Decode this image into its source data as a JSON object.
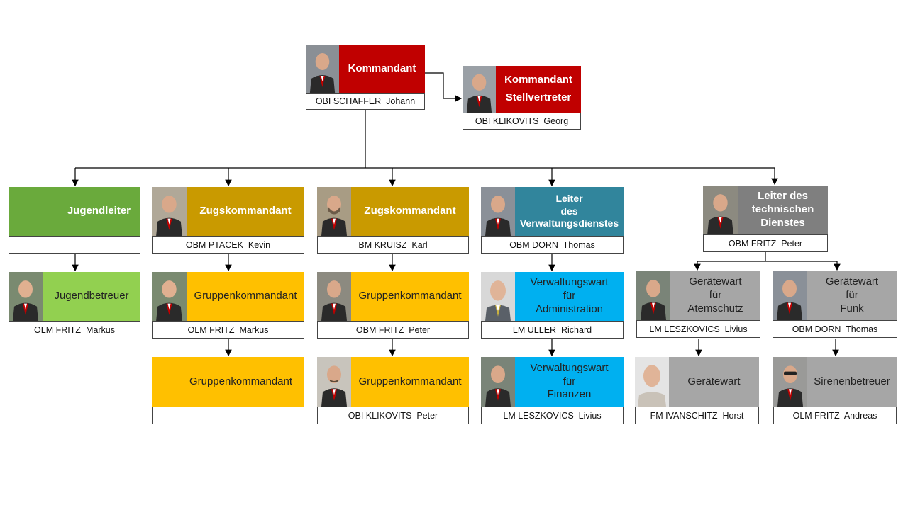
{
  "colors": {
    "red": "#c00000",
    "green_dark": "#6aaa3c",
    "green_light": "#92d050",
    "gold": "#c99a00",
    "yellow": "#ffc000",
    "teal": "#31859c",
    "cyan": "#00b0f0",
    "gray_dark": "#7f7f7f",
    "gray_light": "#a6a6a6"
  },
  "kommandant": {
    "role": "Kommandant",
    "name": "OBI SCHAFFER  Johann"
  },
  "stellvertreter": {
    "role_lines": [
      "Kommandant",
      "Stellvertreter"
    ],
    "name": "OBI KLIKOVITS  Georg"
  },
  "jugendleiter": {
    "role": "Jugendleiter",
    "name": ""
  },
  "jugendbetreuer": {
    "role": "Jugendbetreuer",
    "name": "OLM FRITZ  Markus"
  },
  "zug1": {
    "role": "Zugskommandant",
    "name": "OBM PTACEK  Kevin"
  },
  "zug1_gk1": {
    "role": "Gruppenkommandant",
    "name": "OLM FRITZ  Markus"
  },
  "zug1_gk2": {
    "role": "Gruppenkommandant",
    "name": ""
  },
  "zug2": {
    "role": "Zugskommandant",
    "name": "BM KRUISZ  Karl"
  },
  "zug2_gk1": {
    "role": "Gruppenkommandant",
    "name": "OBM FRITZ  Peter"
  },
  "zug2_gk2": {
    "role": "Gruppenkommandant",
    "name": "OBI KLIKOVITS  Peter"
  },
  "verwaltung": {
    "role_lines": [
      "Leiter",
      "des",
      "Verwaltungsdienstes"
    ],
    "name": "OBM DORN  Thomas"
  },
  "vw_admin": {
    "role_lines": [
      "Verwaltungswart",
      "für",
      "Administration"
    ],
    "name": "LM ULLER  Richard"
  },
  "vw_fin": {
    "role_lines": [
      "Verwaltungswart",
      "für",
      "Finanzen"
    ],
    "name": "LM LESZKOVICS  Livius"
  },
  "technik": {
    "role_lines": [
      "Leiter des",
      "technischen",
      "Dienstes"
    ],
    "name": "OBM FRITZ  Peter"
  },
  "gw_atem": {
    "role_lines": [
      "Gerätewart",
      "für",
      "Atemschutz"
    ],
    "name": "LM LESZKOVICS  Livius"
  },
  "gw_funk": {
    "role_lines": [
      "Gerätewart",
      "für",
      "Funk"
    ],
    "name": "OBM DORN  Thomas"
  },
  "geraetewart": {
    "role": "Gerätewart",
    "name": "FM IVANSCHITZ  Horst"
  },
  "sirene": {
    "role": "Sirenenbetreuer",
    "name": "OLM FRITZ  Andreas"
  }
}
